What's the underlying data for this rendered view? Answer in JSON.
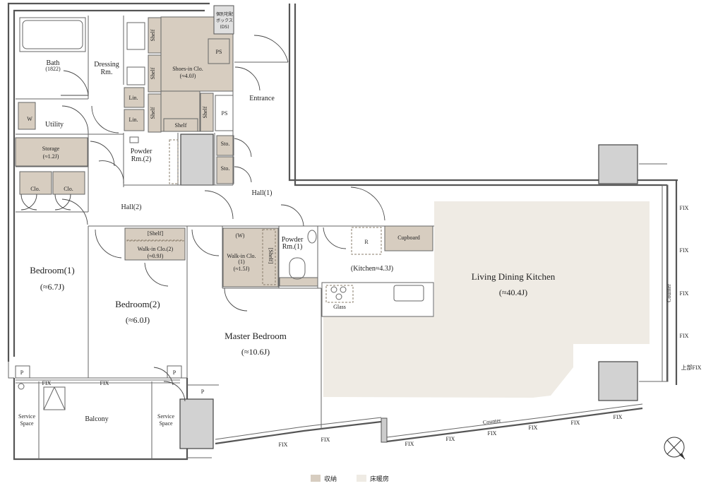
{
  "rooms": {
    "bath": "Bath",
    "bath_code": "(1822)",
    "dressing": "Dressing",
    "dressing2": "Rm.",
    "utility": "Utility",
    "w": "W",
    "storage": "Storage",
    "storage_size": "(≈1.2J)",
    "clo": "Clo.",
    "shelf": "Shelf",
    "lin": "Lin.",
    "shoes": "Shoes-in Clo.",
    "shoes_size": "(≈4.0J)",
    "ps": "PS",
    "ds1": "個別宅配",
    "ds2": "ボックス",
    "ds3": "(DS)",
    "entrance": "Entrance",
    "powder2a": "Powder",
    "powder2b": "Rm.(2)",
    "sto": "Sto.",
    "hall1": "Hall(1)",
    "hall2": "Hall(2)",
    "shelf_bracket": "[Shelf]",
    "wic2": "Walk-in Clo.(2)",
    "wic2_size": "(≈0.9J)",
    "wic1_w": "(W)",
    "wic1": "Walk-in Clo.",
    "wic1_num": "(1)",
    "wic1_size": "(≈1.5J)",
    "shelf_v": "[Shelf]",
    "powder1a": "Powder",
    "powder1b": "Rm.(1)",
    "r": "R",
    "cupboard": "Cupboard",
    "kitchen": "(Kitchen≈4.3J)",
    "glass": "Glass",
    "ldk": "Living Dining Kitchen",
    "ldk_size": "(≈40.4J)",
    "bed1": "Bedroom(1)",
    "bed1_size": "(≈6.7J)",
    "bed2": "Bedroom(2)",
    "bed2_size": "(≈6.0J)",
    "master": "Master Bedroom",
    "master_size": "(≈10.6J)",
    "balcony": "Balcony",
    "service1a": "Service",
    "service1b": "Space",
    "service2a": "Service",
    "service2b": "Space",
    "p": "P",
    "fix": "FIX",
    "upper_fix": "上部FIX",
    "counter": "Counter"
  },
  "legend": {
    "storage": "収納",
    "heated": "床暖房"
  },
  "colors": {
    "storage": "#d7cdc0",
    "heated": "#efebe4",
    "shaft": "#d2d2d2"
  },
  "icons": {
    "compass": "compass-icon"
  }
}
